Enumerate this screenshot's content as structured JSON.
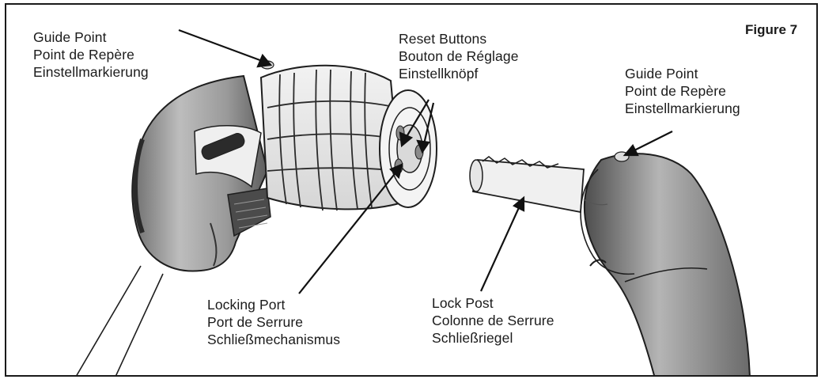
{
  "figure": {
    "title": "Figure 7"
  },
  "labels": {
    "guide_point_left": {
      "en": "Guide Point",
      "fr": "Point de Repère",
      "de": "Einstellmarkierung"
    },
    "reset_buttons": {
      "en": "Reset Buttons",
      "fr": "Bouton de Réglage",
      "de": "Einstellknöpf"
    },
    "guide_point_right": {
      "en": "Guide Point",
      "fr": "Point de Repère",
      "de": "Einstellmarkierung"
    },
    "locking_port": {
      "en": "Locking Port",
      "fr": "Port de Serrure",
      "de": "Schließmechanismus"
    },
    "lock_post": {
      "en": "Lock Post",
      "fr": "Colonne de Serrure",
      "de": "Schließriegel"
    }
  }
}
